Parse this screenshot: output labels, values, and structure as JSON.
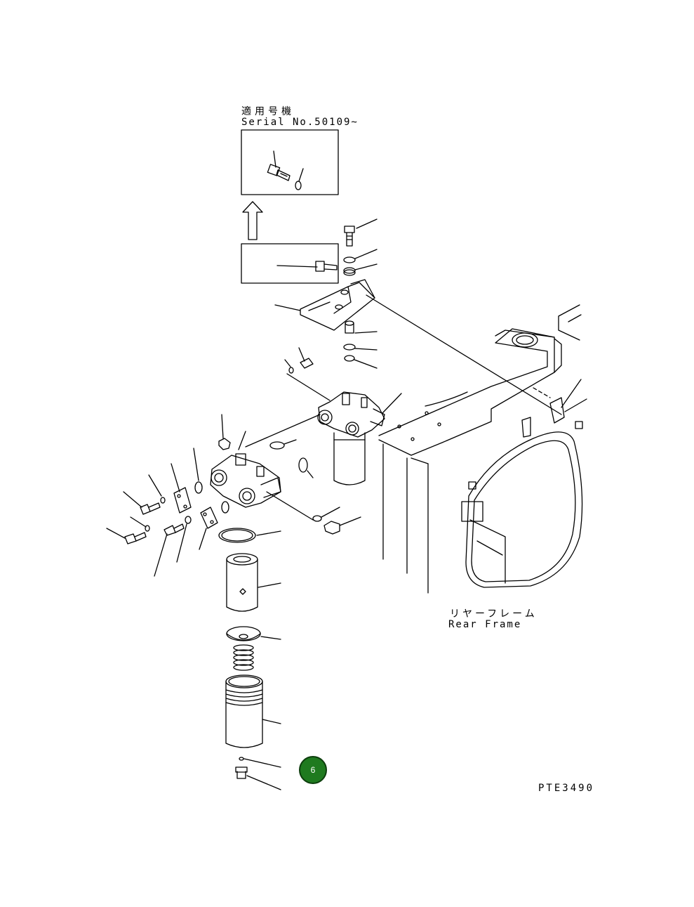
{
  "applicability": {
    "label_jp": "適用号機",
    "serial": "Serial No.50109~"
  },
  "rear_frame": {
    "label_jp": "リヤーフレーム",
    "label_en": "Rear Frame"
  },
  "drawing_number": "PTE3490",
  "callout_badge": {
    "label": "6",
    "color": "#1f7a1f"
  }
}
